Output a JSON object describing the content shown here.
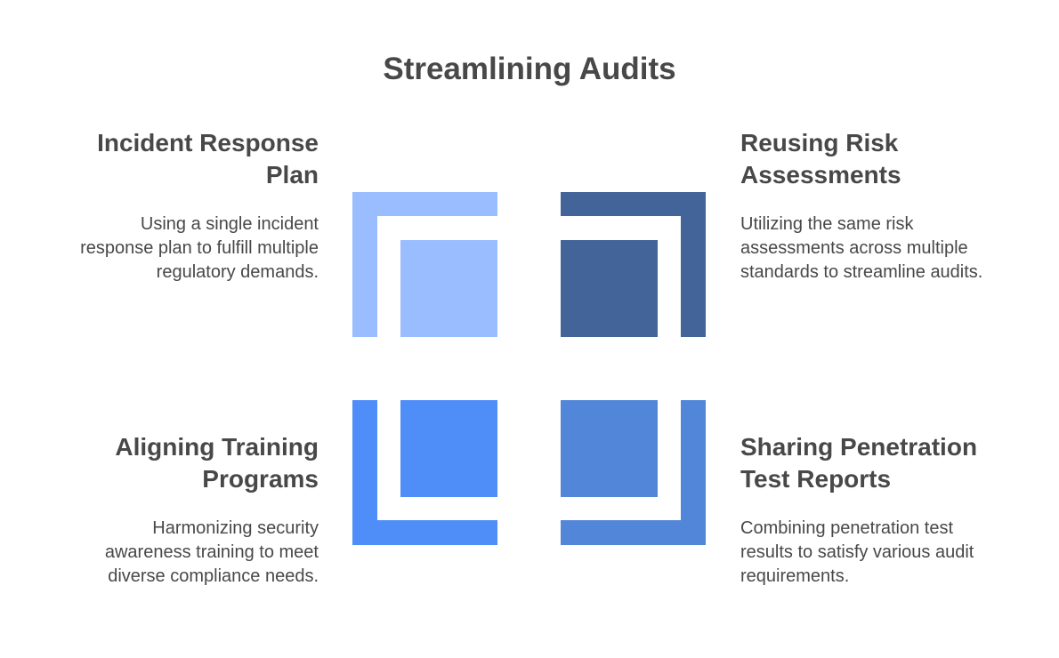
{
  "title": "Streamlining Audits",
  "items": [
    {
      "heading_line1": "Incident Response",
      "heading_line2": "Plan",
      "desc_line1": "Using a single incident",
      "desc_line2": "response plan to fulfill multiple",
      "desc_line3": "regulatory demands.",
      "color": "#99bdfe"
    },
    {
      "heading_line1": "Reusing Risk",
      "heading_line2": "Assessments",
      "desc_line1": "Utilizing the same risk",
      "desc_line2": "assessments across multiple",
      "desc_line3": "standards to streamline audits.",
      "color": "#426498"
    },
    {
      "heading_line1": "Aligning Training",
      "heading_line2": "Programs",
      "desc_line1": "Harmonizing security",
      "desc_line2": "awareness training to meet",
      "desc_line3": "diverse compliance needs.",
      "color": "#4f8ef8"
    },
    {
      "heading_line1": "Sharing Penetration",
      "heading_line2": "Test Reports",
      "desc_line1": "Combining penetration test",
      "desc_line2": "results to satisfy various audit",
      "desc_line3": "requirements.",
      "color": "#5186d9"
    }
  ]
}
